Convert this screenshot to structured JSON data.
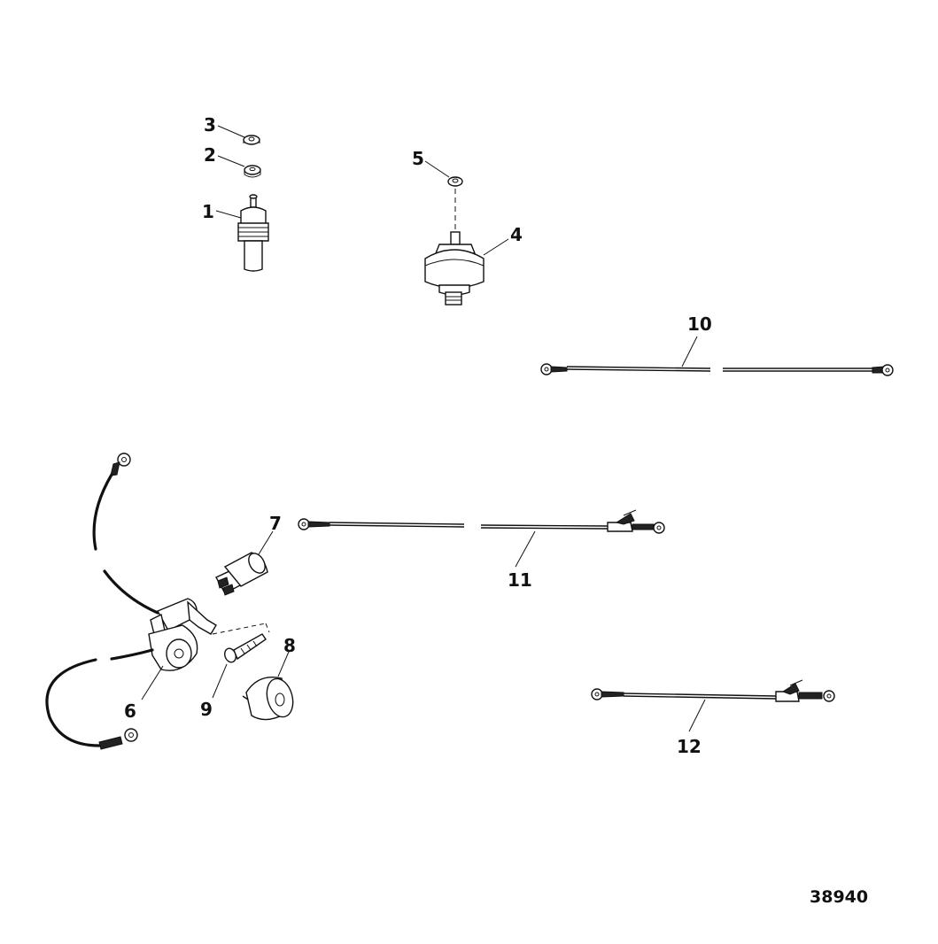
{
  "diagram": {
    "callouts": [
      "1",
      "2",
      "3",
      "4",
      "5",
      "6",
      "7",
      "8",
      "9",
      "10",
      "11",
      "12"
    ],
    "figure_number": "38940"
  }
}
